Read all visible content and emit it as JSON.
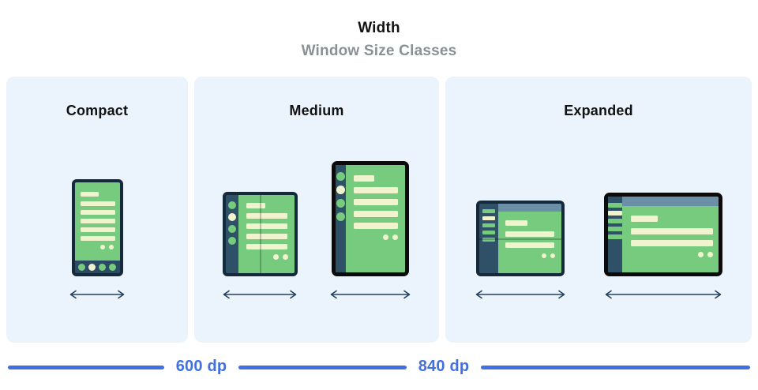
{
  "header": {
    "title": "Width",
    "subtitle": "Window Size Classes"
  },
  "panels": {
    "compact": {
      "label": "Compact",
      "devices": [
        "phone-portrait"
      ]
    },
    "medium": {
      "label": "Medium",
      "devices": [
        "foldable-portrait",
        "tablet-portrait"
      ]
    },
    "expanded": {
      "label": "Expanded",
      "devices": [
        "foldable-landscape",
        "tablet-landscape"
      ]
    }
  },
  "ruler": {
    "breakpoint_600": "600 dp",
    "breakpoint_840": "840 dp"
  },
  "colors": {
    "accent_blue": "#4170E0",
    "panel_bg": "#EBF3FC",
    "screen_green": "#77CB7E",
    "cream": "#F1F3CF",
    "frame_navy": "#15293C",
    "rail_slate": "#2F5168",
    "header_slate": "#6B8FA6",
    "bottombar_navy": "#2A4A63",
    "bezel_black": "#0B0B0B",
    "arrow_navy": "#24405C",
    "subtitle_gray": "#8A9096",
    "title_black": "#121212"
  }
}
